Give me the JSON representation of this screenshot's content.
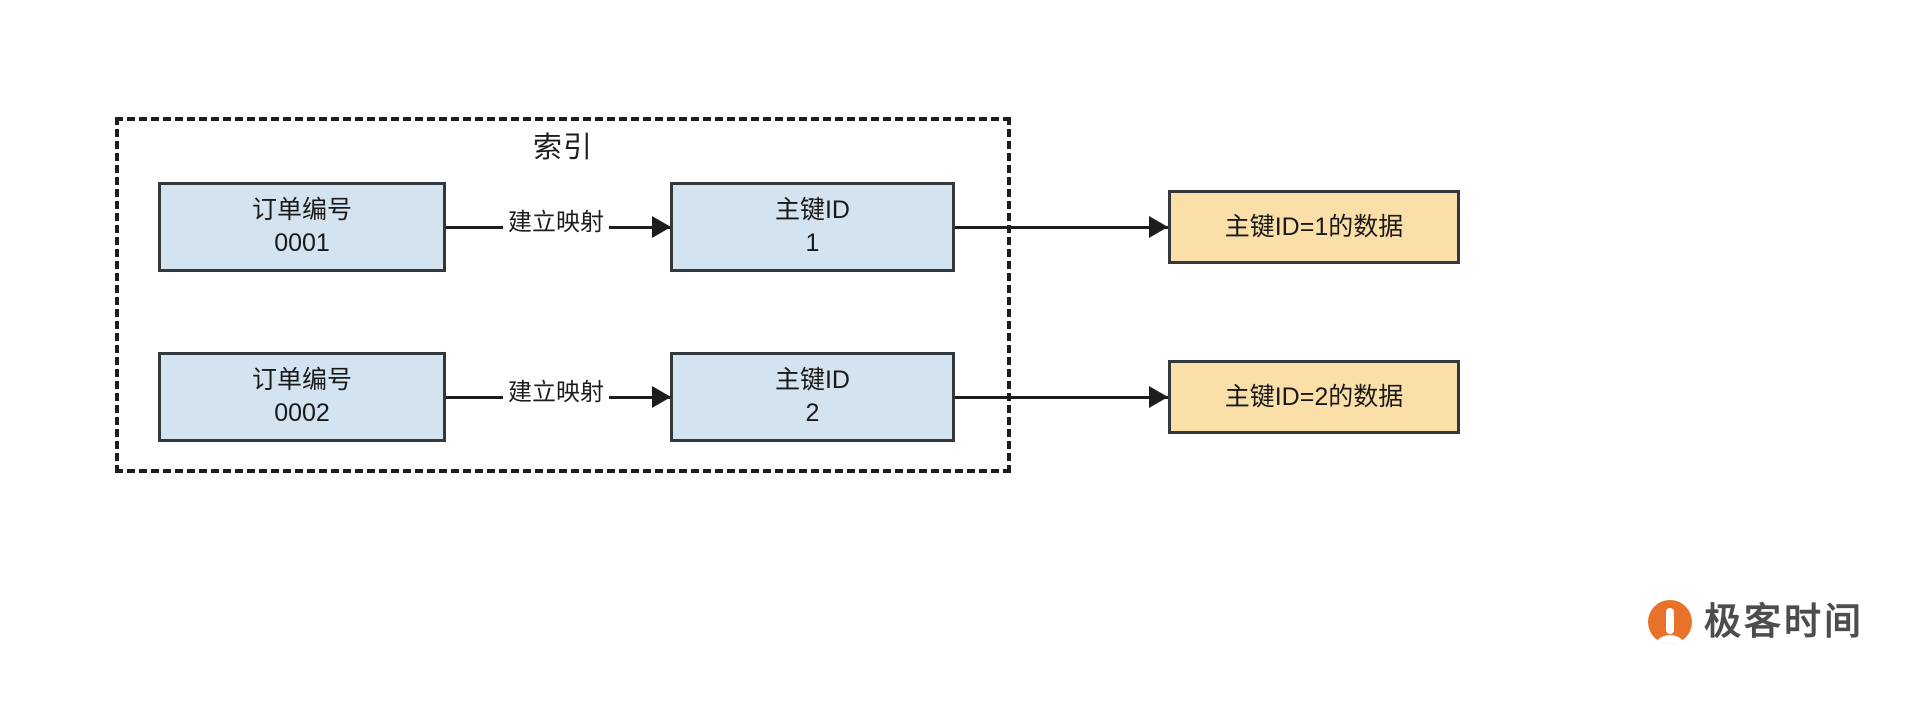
{
  "diagram": {
    "index_group": {
      "title": "索引"
    },
    "rows": [
      {
        "key_box": {
          "line1": "订单编号",
          "line2": "0001"
        },
        "edge_label": "建立映射",
        "pk_box": {
          "line1": "主键ID",
          "line2": "1"
        },
        "data_box": {
          "label": "主键ID=1的数据"
        }
      },
      {
        "key_box": {
          "line1": "订单编号",
          "line2": "0002"
        },
        "edge_label": "建立映射",
        "pk_box": {
          "line1": "主键ID",
          "line2": "2"
        },
        "data_box": {
          "label": "主键ID=2的数据"
        }
      }
    ]
  },
  "brand": {
    "name": "极客时间",
    "mark_icon": "geekbang-logo-icon"
  },
  "colors": {
    "box_blue_fill": "#d3e3ef",
    "box_orange_fill": "#fbdfa8",
    "box_border": "#33383d",
    "dashed_border": "#1d1d1d",
    "arrow": "#1d1d1d",
    "brand_orange": "#e8722a",
    "brand_text": "#4d4d4d",
    "background": "#ffffff"
  }
}
